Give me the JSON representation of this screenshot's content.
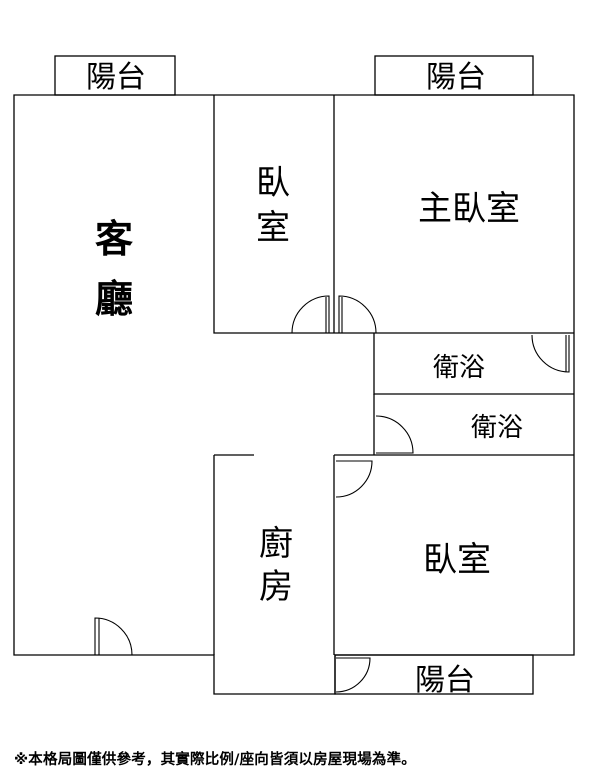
{
  "rooms": {
    "living": [
      "客",
      "廳"
    ],
    "bedroom_top": [
      "臥",
      "室"
    ],
    "master_bedroom": "主臥室",
    "bath_1": "衛浴",
    "bath_2": "衛浴",
    "kitchen": [
      "廚",
      "房"
    ],
    "bedroom_bottom": "臥室"
  },
  "balconies": {
    "top_left": "陽台",
    "top_right": "陽台",
    "bottom": "陽台"
  },
  "note": "※本格局圖僅供參考，其實際比例/座向皆須以房屋現場為準。"
}
